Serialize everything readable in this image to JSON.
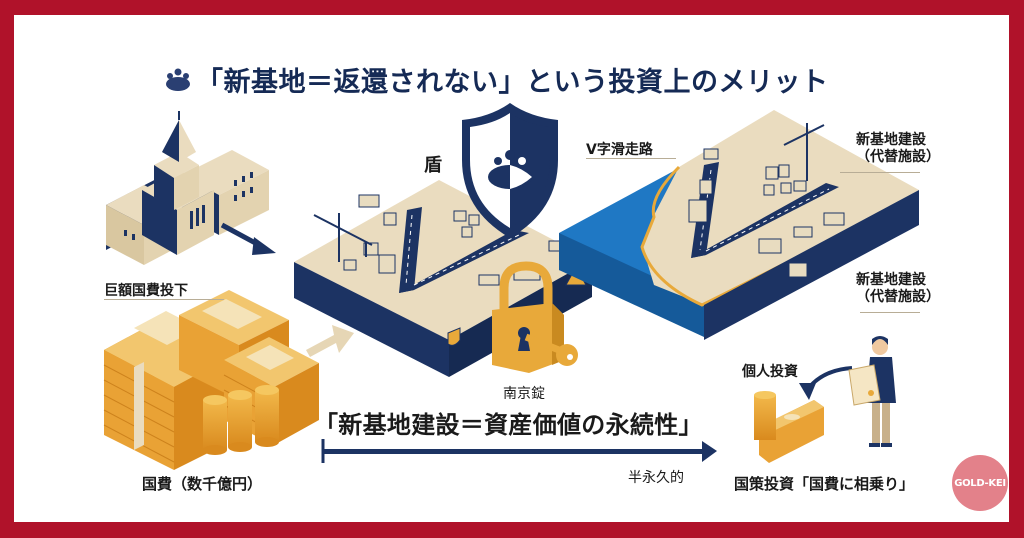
{
  "title": {
    "icon": "paulownia-crest-icon",
    "text": "「新基地＝返還されない」という投資上のメリット"
  },
  "labels": {
    "huge_spending": "巨額国費投下",
    "national_funds": "国費（数千億円）",
    "shield": "盾",
    "padlock": "南京錠",
    "v_runway": "V字滑走路",
    "new_base_top_line1": "新基地建設",
    "new_base_top_line2": "（代替施設）",
    "new_base_bottom_line1": "新基地建設",
    "new_base_bottom_line2": "（代替施設）",
    "main_statement": "「新基地建設＝資産価値の永続性」",
    "semi_permanent": "半永久的",
    "individual_investment": "個人投資",
    "policy_investment": "国策投資「国費に相乗り」"
  },
  "watermark": {
    "text": "GOLD-KEI",
    "color": "#e3818a"
  },
  "colors": {
    "frame": "#b0122a",
    "navy": "#1c3363",
    "beige": "#eadcbf",
    "gold": "#e8a93a",
    "sea": "#1f78c4"
  },
  "icons": [
    "diet-building-icon",
    "money-stack-icon",
    "coin-stack-icon",
    "shield-crest-icon",
    "padlock-icon",
    "key-icon",
    "crane-icon",
    "runway-icon",
    "warning-sign-icon",
    "shield-check-icon",
    "investor-person-icon",
    "certificate-icon",
    "arrow-icon"
  ]
}
